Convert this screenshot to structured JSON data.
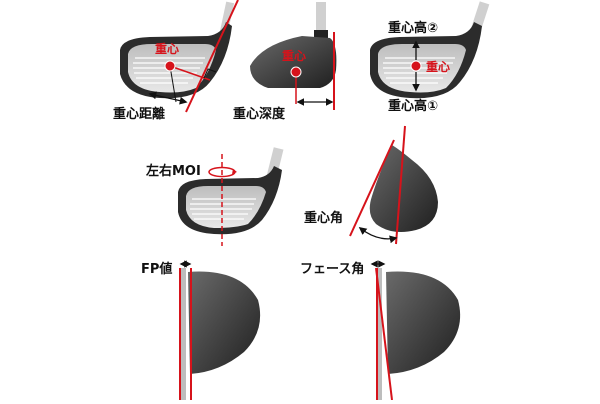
{
  "labels": {
    "cg": "重心",
    "cg_distance": "重心距離",
    "cg_depth": "重心深度",
    "cg_height_2": "重心高②",
    "cg_height_1": "重心高①",
    "moi": "左右MOI",
    "cg_angle": "重心角",
    "fp": "FP値",
    "face_angle": "フェース角"
  },
  "colors": {
    "accent_red": "#d6131b",
    "head_dark": "#2a2a2a",
    "head_mid": "#555555",
    "face_light": "#cfcfcf",
    "groove": "#ffffff",
    "shaft": "#bdbdbd",
    "text_dark": "#111111"
  }
}
